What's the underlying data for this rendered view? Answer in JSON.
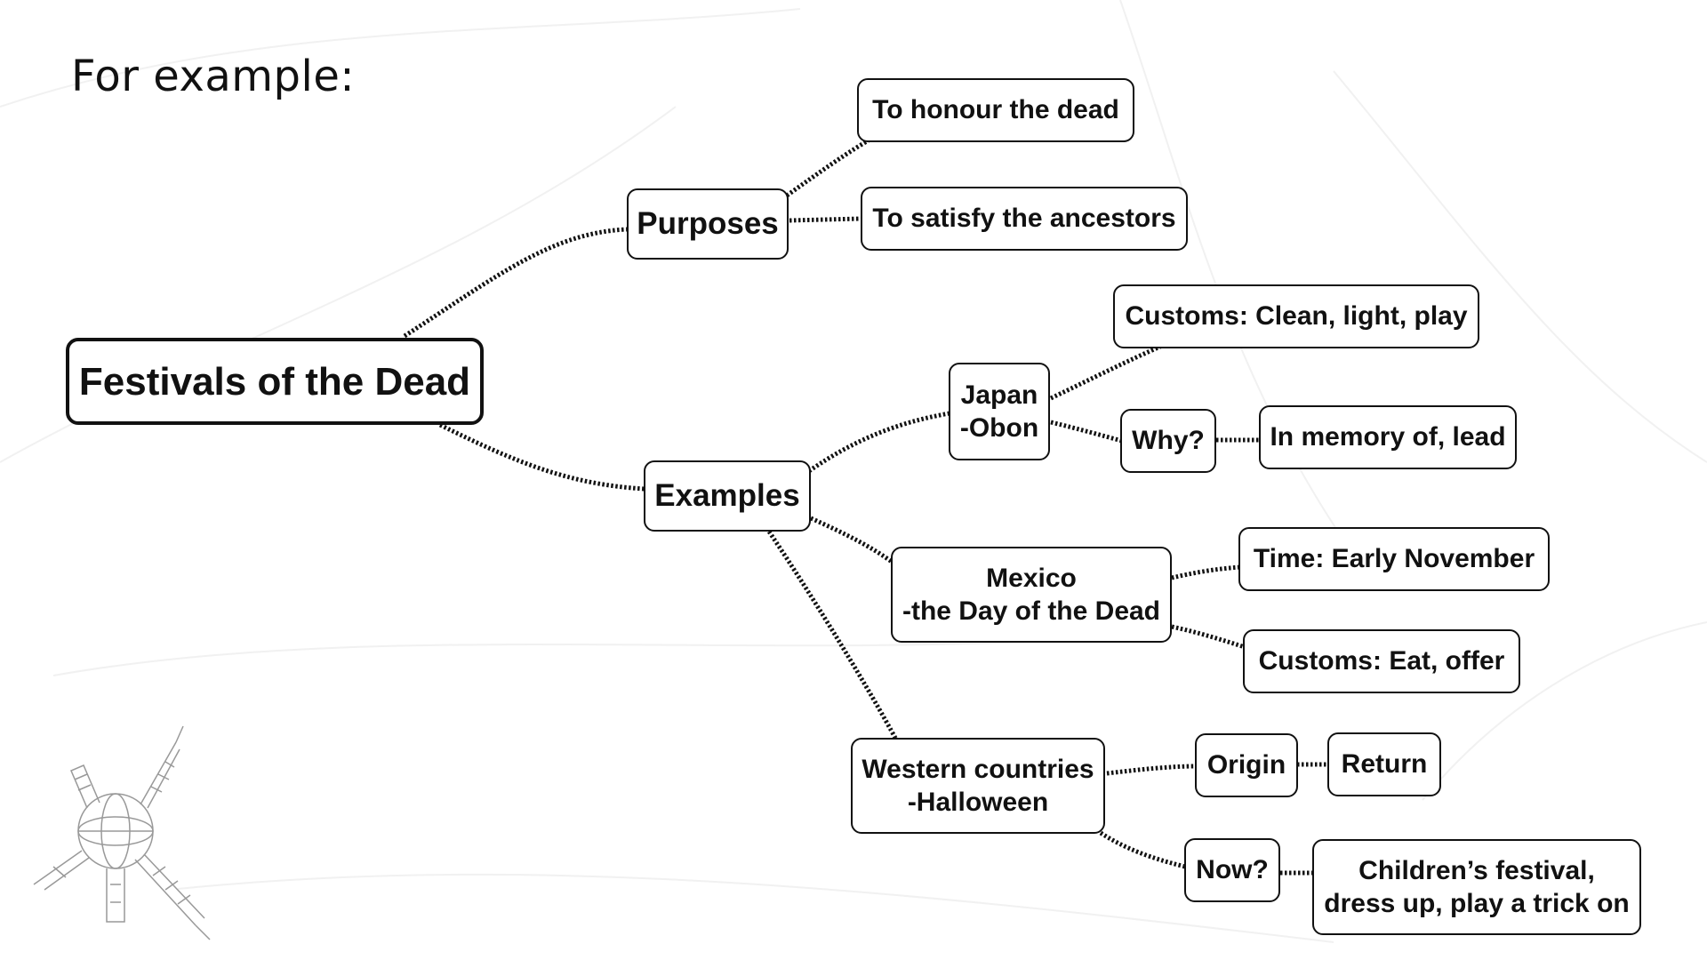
{
  "slide": {
    "heading": "For example:"
  },
  "mindmap": {
    "root": "Festivals of the Dead",
    "purposes": {
      "label": "Purposes",
      "items": [
        "To honour the dead",
        "To satisfy the ancestors"
      ]
    },
    "examples": {
      "label": "Examples",
      "japan": {
        "line1": "Japan",
        "line2": "-Obon",
        "customs": "Customs: Clean, light, play",
        "why": "Why?",
        "why_answer": "In memory of, lead"
      },
      "mexico": {
        "line1": "Mexico",
        "line2": "-the Day of the Dead",
        "time": "Time: Early November",
        "customs": "Customs: Eat, offer"
      },
      "western": {
        "line1": "Western countries",
        "line2": "-Halloween",
        "origin": "Origin",
        "origin_answer": "Return",
        "now": "Now?",
        "now_line1": "Children’s festival,",
        "now_line2": "dress up, play a trick on"
      }
    }
  },
  "colors": {
    "line": "#111111",
    "box_border": "#111111",
    "background": "#ffffff"
  }
}
